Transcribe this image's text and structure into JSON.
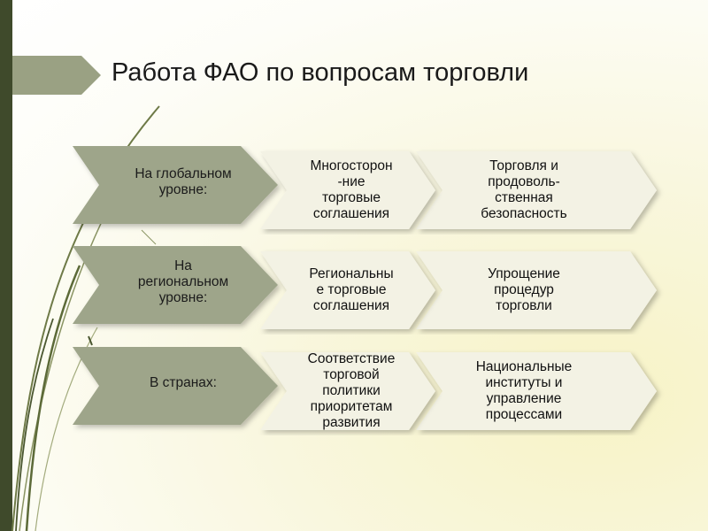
{
  "slide": {
    "title": "Работа ФАО по вопросам торговли"
  },
  "rows": [
    {
      "head": "На глобальном\nуровне:",
      "middle": "Многосторон\n-ние\nторговые\nсоглашения",
      "end": "Торговля и\nпродоволь-\nственная\nбезопасность"
    },
    {
      "head": "На\nрегиональном\nуровне:",
      "middle": "Региональны\nе торговые\nсоглашения",
      "end": "Упрощение\nпроцедур\nторговли"
    },
    {
      "head": "В странах:",
      "middle": "Соответствие\nторговой\nполитики\nприоритетам\nразвития",
      "end": "Национальные\nинституты и\nуправление\nпроцессами"
    }
  ],
  "colors": {
    "head_fill": "#9ea58a",
    "light_fill": "#f3f2e4",
    "side_bar": "#3f4a2b",
    "title_arrow": "#9aa183",
    "decor_line": "#6e7a47"
  }
}
